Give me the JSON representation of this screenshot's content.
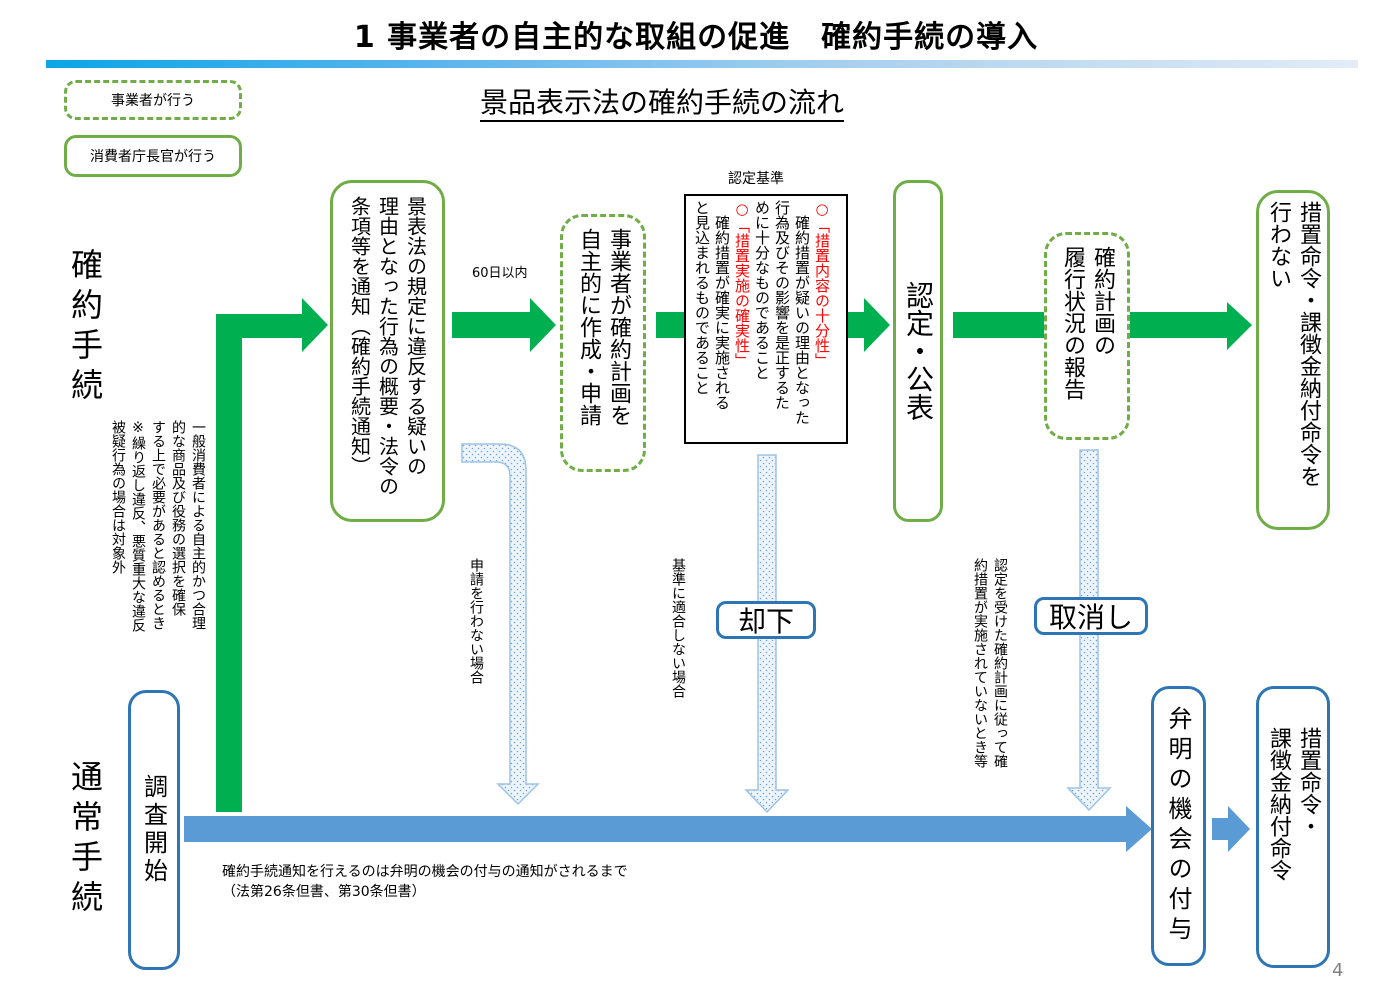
{
  "header": {
    "title": "1 事業者の自主的な取組の促進　確約手続の導入",
    "subtitle": "景品表示法の確約手続の流れ"
  },
  "legend": {
    "business_label": "事業者が行う",
    "commissioner_label": "消費者庁長官が行う"
  },
  "lanes": {
    "commitment": "確約手続",
    "normal": "通常手続"
  },
  "commitment_flow": {
    "note": "一般消費者による自主的かつ合理的な商品及び役務の選択を確保する上で必要があると認めるとき※繰り返し違反、悪質重大な違反被疑行為の場合は対象外",
    "note_lines": [
      "一般消費者による自主的かつ合理",
      "的な商品及び役務の選択を確保",
      "する上で必要があると認めるとき",
      "※繰り返し違反、悪質重大な違反",
      "被疑行為の場合は対象外"
    ],
    "notice_box": [
      "景表法の規定に違反する疑いの",
      "理由となった行為の概要・法令の",
      "条項等を通知（確約手続通知）"
    ],
    "deadline_label": "60日以内",
    "plan_box": [
      "事業者が確約計画を",
      "自主的に作成・申請"
    ],
    "criteria": {
      "heading": "認定基準",
      "item1_title": "○「措置内容の十分性」",
      "item1_lines": [
        "　確約措置が疑いの理由となった",
        "行為及びその影響を是正するた",
        "めに十分なものであること"
      ],
      "item2_title": "○「措置実施の確実性」",
      "item2_lines": [
        "　確約措置が確実に実施される",
        "と見込まれるものであること"
      ]
    },
    "approval_box": "認定・公表",
    "report_box": [
      "確約計画の",
      "履行状況の報告"
    ],
    "no_order_box": [
      "措置命令・課徴金納付命令を",
      "行わない"
    ]
  },
  "exits": {
    "no_application": "申請を行わない場合",
    "not_compliant": "基準に適合しない場合",
    "rejection_label": "却下",
    "not_implemented_lines": [
      "認定を受けた確約計画に従って確",
      "約措置が実施されていないとき等"
    ],
    "revocation_label": "取消し"
  },
  "normal_flow": {
    "investigation_box": "調査開始",
    "deadline_note_line1": "確約手続通知を行えるのは弁明の機会の付与の通知がされるまで",
    "deadline_note_line2": "（法第26条但書、第30条但書）",
    "hearing_box": "弁明の機会の付与",
    "order_box": [
      "措置命令・",
      "課徴金納付命令"
    ]
  },
  "page_number": "4",
  "colors": {
    "green_arrow": "#00b050",
    "green_border": "#70ad47",
    "blue_arrow": "#5b9bd5",
    "blue_border": "#2e75b6",
    "hatched_arrow_fill": "#dbe8f6",
    "hatched_arrow_stroke": "#9dc3e6",
    "criteria_red": "#ff0000"
  }
}
